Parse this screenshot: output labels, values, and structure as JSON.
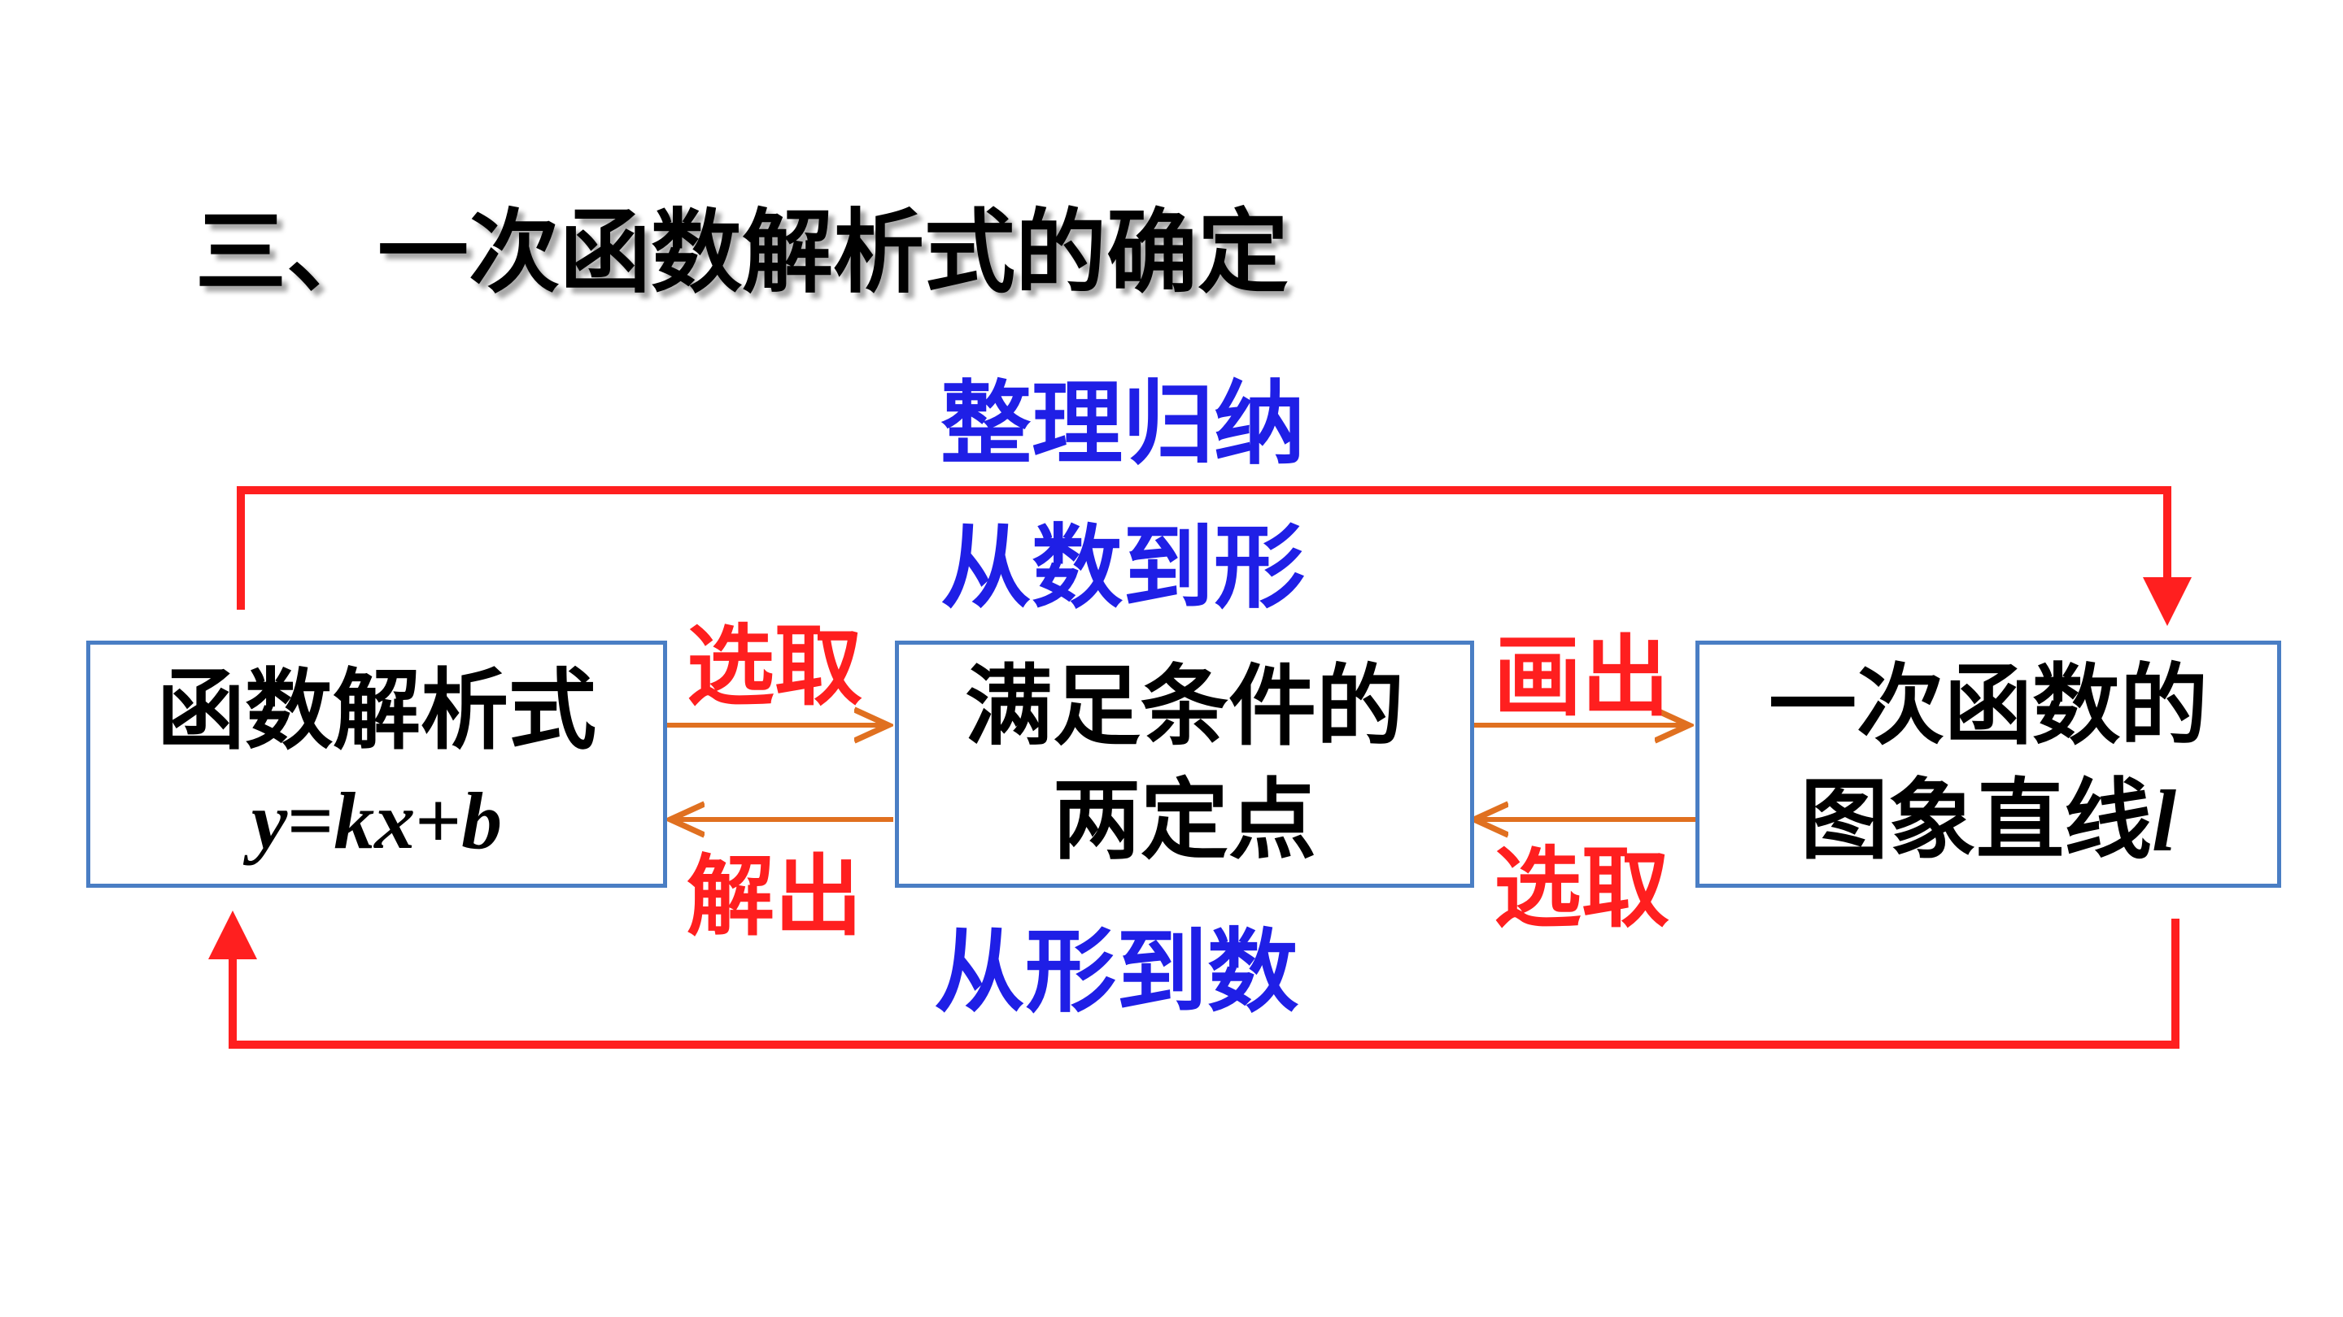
{
  "title": "三、一次函数解析式的确定",
  "boxes": {
    "left": {
      "line1": "函数解析式",
      "formula_y": "y",
      "formula_eq": "=",
      "formula_kx": "kx",
      "formula_plus": "+",
      "formula_b": "b"
    },
    "middle": {
      "line1": "满足条件的",
      "line2": "两定点"
    },
    "right": {
      "line1": "一次函数的",
      "line2_text": "图象直线",
      "line2_var": "l"
    }
  },
  "loops": {
    "top_label": "整理归纳",
    "top_sub": "从数到形",
    "bottom_label": "从形到数"
  },
  "arrows": {
    "left_to_middle": "选取",
    "middle_to_left": "解出",
    "middle_to_right": "画出",
    "right_to_middle": "选取"
  },
  "colors": {
    "loop_arrow": "#ff1f1f",
    "box_arrow": "#e07020",
    "box_border": "#4a7ec4",
    "blue_text": "#1f1fe6",
    "red_text": "#ff1f1f"
  }
}
